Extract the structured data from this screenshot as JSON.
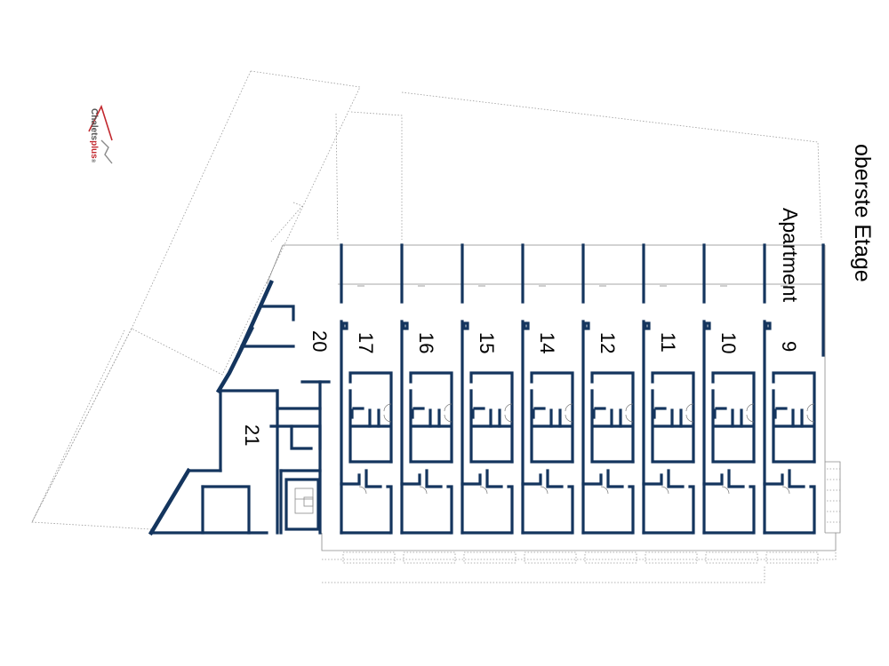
{
  "header": {
    "floor_label": "oberste Etage",
    "apartment_label": "Apartment"
  },
  "logo": {
    "brand_text": "Chalets",
    "brand_suffix": "plus",
    "mark": "®",
    "roof_color": "#c2282e",
    "text_color": "#555555"
  },
  "colors": {
    "wall": "#14355e",
    "outline": "#9a9a9a"
  },
  "units": [
    {
      "number": "9"
    },
    {
      "number": "10"
    },
    {
      "number": "11"
    },
    {
      "number": "12"
    },
    {
      "number": "14"
    },
    {
      "number": "15"
    },
    {
      "number": "16"
    },
    {
      "number": "17"
    }
  ],
  "corner_units": [
    {
      "number": "20"
    },
    {
      "number": "21"
    }
  ]
}
